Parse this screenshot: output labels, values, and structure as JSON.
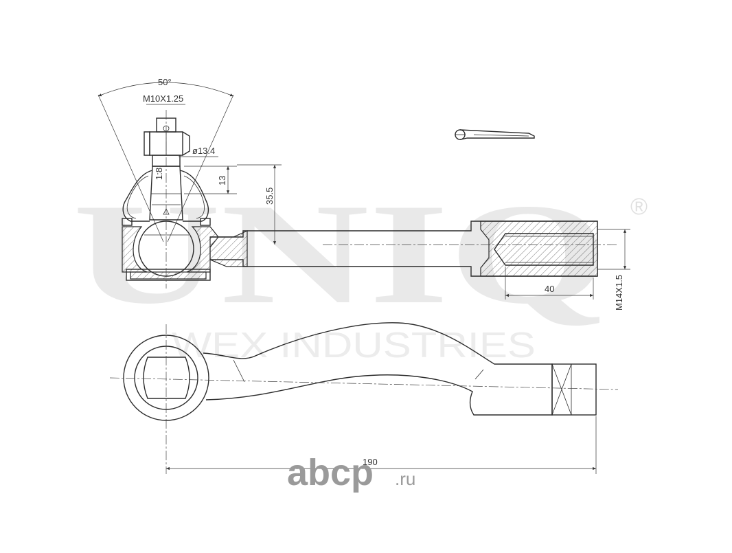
{
  "watermark": {
    "brand": "UNIQ",
    "registered": "®",
    "sub": "WEX INDUSTRIES",
    "site_main": "abcp",
    "site_tld": ".ru"
  },
  "dimensions": {
    "angle": "50°",
    "thread_top": "M10X1.25",
    "diameter": "ø13.4",
    "taper": "1:8",
    "height_13": "13",
    "height_355": "35.5",
    "thread_len": "40",
    "thread_end": "M14X1.5",
    "overall": "190"
  }
}
